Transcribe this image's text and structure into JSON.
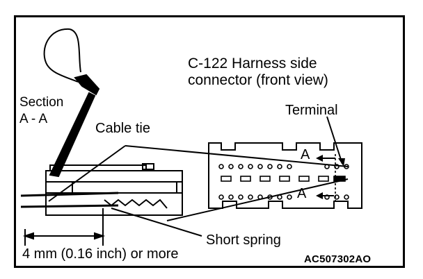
{
  "labels": {
    "title_line1": "C-122 Harness side",
    "title_line2": "connector (front view)",
    "terminal": "Terminal",
    "section_line1": "Section",
    "section_line2": "A - A",
    "cable_tie": "Cable tie",
    "section_marker_top": "A",
    "section_marker_bottom": "A",
    "short_spring": "Short spring",
    "measurement": "4 mm (0.16 inch) or more",
    "figure_code": "AC507302AO"
  },
  "colors": {
    "ink": "#000000",
    "background": "#ffffff"
  }
}
